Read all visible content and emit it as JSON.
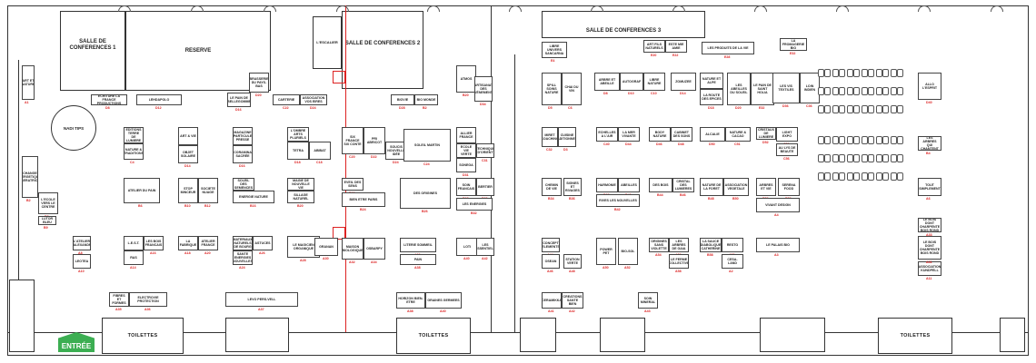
{
  "rooms": {
    "salle1": "SALLE DE CONFERENCES 1",
    "reserve": "RESERVE",
    "salle2": "SALLE DE CONFERENCES 2",
    "salle3": "SALLE DE CONFERENCES 3",
    "escalier": "L'ESCALIER"
  },
  "entrance": "ENTRÉE",
  "toilets": [
    "TOILETTES",
    "TOILETTES",
    "TOILETTES"
  ],
  "kiosk": "NADI TIPS",
  "stands": [
    {
      "label": "ART ET NATURE",
      "code": "A1"
    },
    {
      "label": "ECHANGES ENERGETIQUES LIBERATRICES",
      "code": "B2"
    },
    {
      "label": "L'ECOLE VERS LE CENTRE",
      "code": "B8"
    },
    {
      "label": "LUTOR BLEU",
      "code": "B9"
    },
    {
      "label": "ECRITURE LA FRANCE PRODUCTIONS",
      "code": "D8"
    },
    {
      "label": "LEHDAPOLO",
      "code": "D12"
    },
    {
      "label": "LE PAIN DE BELLEGOMME",
      "code": "D16"
    },
    {
      "label": "BRASSERIE DU PAYS-BAS",
      "code": "D20"
    },
    {
      "label": "CARTERIE",
      "code": "C22"
    },
    {
      "label": "ASSOCIATION VOS EIRES",
      "code": "D24"
    },
    {
      "label": "BIOVIE",
      "code": "D28"
    },
    {
      "label": "BIO MONDE",
      "code": "B2"
    },
    {
      "label": "ATMOS",
      "code": "B20"
    },
    {
      "label": "ARTISANAT DES ÉVÉNEMENTS",
      "code": "D34"
    },
    {
      "label": "LIBRE UNIVERS SANCARNA",
      "code": "E4"
    },
    {
      "label": "ART FILS NATURELS",
      "code": "E20"
    },
    {
      "label": "ESTE MIE AMIE",
      "code": "E22"
    },
    {
      "label": "LES PRODUITS DE LA VIE",
      "code": "E28"
    },
    {
      "label": "LA FROMAGERIE BIO",
      "code": "E32"
    },
    {
      "label": "EDITIONS TERRE DE LUMIERE",
      "code": "D4"
    },
    {
      "label": "NATURE & TRADITIONS",
      "code": "C4"
    },
    {
      "label": "ART & VIE",
      "code": "D10"
    },
    {
      "label": "OBJET SOLAIRE",
      "code": "D14"
    },
    {
      "label": "MAGAZINE PARTICULE PRESSE",
      "code": "C12"
    },
    {
      "label": "CORAMINA SACRÉE",
      "code": "D16"
    },
    {
      "label": "L'OMBRE ARTS PLURIELS",
      "code": "C14"
    },
    {
      "label": "TETRA",
      "code": "D18"
    },
    {
      "label": "ABIBAT",
      "code": "C18"
    },
    {
      "label": "SIX FRANCE SIX CONTE",
      "code": "C20"
    },
    {
      "label": "PRI ABRICOT",
      "code": "D22"
    },
    {
      "label": "SOUCIS NOUVELLE IDÉE",
      "code": "D24"
    },
    {
      "label": "SOLEIL MARTIN",
      "code": "C24"
    },
    {
      "label": "ALLIER FRANCE",
      "code": "C28"
    },
    {
      "label": "ECOLE VIE VERTE",
      "code": "D26"
    },
    {
      "label": "SONEGA",
      "code": "D31"
    },
    {
      "label": "TECHNIQUE D'ORIENT",
      "code": "C31"
    },
    {
      "label": "MIRET COACHING",
      "code": "C32"
    },
    {
      "label": "CUISINE TRADITIONNELLE",
      "code": "D3"
    },
    {
      "label": "SPILL SOINS NATURE",
      "code": "D5"
    },
    {
      "label": "CHAI DU VIN",
      "code": "C6"
    },
    {
      "label": "ARBRE ET ABEILLE",
      "code": "D8"
    },
    {
      "label": "AUTOGRAF",
      "code": "D10"
    },
    {
      "label": "LIBRE NATURE",
      "code": "C10"
    },
    {
      "label": "ZOMUZEE",
      "code": "D14"
    },
    {
      "label": "NATURE ET ALPE",
      "code": "D16"
    },
    {
      "label": "LA ROUTE DES EPICES",
      "code": "D18"
    },
    {
      "label": "LES ABEILLES DU SOLEIL",
      "code": "D20"
    },
    {
      "label": "LE PAIN DE SAINT HOLIA",
      "code": "E32"
    },
    {
      "label": "LES VIS TEXTILES",
      "code": "D36"
    },
    {
      "label": "LOIN INDIEN",
      "code": "C36"
    },
    {
      "label": "ALLO L'ESPRIT",
      "code": "D40"
    },
    {
      "label": "ECHELLES A L'AIR",
      "code": "C40"
    },
    {
      "label": "LA MER VIVANTE",
      "code": "D44"
    },
    {
      "label": "BODY NATURE",
      "code": "D46"
    },
    {
      "label": "CABINET DES SONS",
      "code": "D48"
    },
    {
      "label": "ALCALIE",
      "code": "D50"
    },
    {
      "label": "NATURE & CACAO",
      "code": "C51"
    },
    {
      "label": "CRISTAUX DE LUMIERE",
      "code": "D52"
    },
    {
      "label": "LIGHT EXPO",
      "code": "C52"
    },
    {
      "label": "AU LYS DE BEAUTE",
      "code": "C56"
    },
    {
      "label": "LES ARBRES QUI CHANTENT",
      "code": "B4"
    },
    {
      "label": "ATELIER DU PAIN",
      "code": "B6"
    },
    {
      "label": "STOP MINCEUR",
      "code": "B10"
    },
    {
      "label": "SOCIETE NUAGE",
      "code": "B12"
    },
    {
      "label": "SOLEIL DES SEMENCES",
      "code": "B14"
    },
    {
      "label": "ENERGIE NATURE",
      "code": "B16"
    },
    {
      "label": "MAGIE DE NOUVELLE VIE",
      "code": "B18"
    },
    {
      "label": "SILLAGE NATUREL",
      "code": "B20"
    },
    {
      "label": "EVEIL DES SENS",
      "code": "B22"
    },
    {
      "label": "BIEN ETRE PARIS",
      "code": "B24"
    },
    {
      "label": "DES ORIGINES",
      "code": "B26"
    },
    {
      "label": "SOIN FRANCAIS",
      "code": "B28"
    },
    {
      "label": "BERTIER",
      "code": "B30"
    },
    {
      "label": "LES ENERGIES",
      "code": "B32"
    },
    {
      "label": "CHEMIN DE VIE",
      "code": "B34"
    },
    {
      "label": "SIGNES ET RIVAGES",
      "code": "B36"
    },
    {
      "label": "HARMONIE",
      "code": "B38"
    },
    {
      "label": "ABEILLES",
      "code": "B40"
    },
    {
      "label": "RIVES LES NOUVELLES",
      "code": "B42"
    },
    {
      "label": "DES BOIS",
      "code": "B44"
    },
    {
      "label": "CRISTAL DES LUMIERES",
      "code": "B46"
    },
    {
      "label": "NATURE DE LA FORET",
      "code": "B48"
    },
    {
      "label": "ASSOCIATION VEGETALE",
      "code": "B50"
    },
    {
      "label": "ARBRES ET VIE",
      "code": "B52"
    },
    {
      "label": "SERENA FOOD",
      "code": "B56"
    },
    {
      "label": "VIVANT DESIGN",
      "code": "A4"
    },
    {
      "label": "TOUT SIMPLEMENT",
      "code": "A6"
    },
    {
      "label": "L'ATELIER D'ALEXANDRE",
      "code": "A8"
    },
    {
      "label": "LEOTEA",
      "code": "A10"
    },
    {
      "label": "L.E.S.T.",
      "code": "A12"
    },
    {
      "label": "RAS",
      "code": "A14"
    },
    {
      "label": "LES BOIS FRANCAIS",
      "code": "A16"
    },
    {
      "label": "LA FABRIQUE",
      "code": "A18"
    },
    {
      "label": "ATELIER FRANCE",
      "code": "A20"
    },
    {
      "label": "MATERIAUX NATURELS DE BOURG",
      "code": "A22"
    },
    {
      "label": "SANTE ENERGIES NOUVELLES",
      "code": "A24"
    },
    {
      "label": "ASTUCES",
      "code": "A26"
    },
    {
      "label": "LE MAGICIEN ORGANIQUE",
      "code": "A28"
    },
    {
      "label": "GRANAN",
      "code": "A30"
    },
    {
      "label": "MAISON BIOLOGIQUE",
      "code": "A32"
    },
    {
      "label": "OSBARPY",
      "code": "A34"
    },
    {
      "label": "LITERIE SOMMEIL",
      "code": "A36"
    },
    {
      "label": "PAIN",
      "code": "A38"
    },
    {
      "label": "LOTI",
      "code": "A40"
    },
    {
      "label": "LES ESSENTIELS",
      "code": "A42"
    },
    {
      "label": "CONCEPT ELEMENTS",
      "code": "A44"
    },
    {
      "label": "OSEAN",
      "code": "A46"
    },
    {
      "label": "STATION VERTE",
      "code": "A48"
    },
    {
      "label": "POWER PET",
      "code": "A50"
    },
    {
      "label": "BIO-SOL",
      "code": "A52"
    },
    {
      "label": "ORIGINES SANS VIOLETTE",
      "code": "A54"
    },
    {
      "label": "LES ARBRES DE GAIA",
      "code": "A56"
    },
    {
      "label": "LE FERME COLLECTIVE",
      "code": "A58"
    },
    {
      "label": "LA SAUCE DIABOLIQUE CATHERINE",
      "code": "B58"
    },
    {
      "label": "RESTO",
      "code": "A60"
    },
    {
      "label": "CESA-LAND",
      "code": "A2"
    },
    {
      "label": "LE PALAIS BIO",
      "code": "A3"
    },
    {
      "label": "ASSOCIATION KUNDPELL",
      "code": "A11"
    },
    {
      "label": "LE BOIS DONT CHARPENTE BOIS ROND",
      "code": "A31"
    },
    {
      "label": "LE BOIS DONT CHARPENTE BOIS ROND",
      "code": "A33"
    },
    {
      "label": "FIBRES ET FORMES",
      "code": "A35"
    },
    {
      "label": "ELECTROVIE PROTECTION",
      "code": "A36"
    },
    {
      "label": "LEVO PERS-VELL",
      "code": "A37"
    },
    {
      "label": "HORIZON BIEN-ETRE",
      "code": "A38"
    },
    {
      "label": "GRAINES GERMEES",
      "code": "A40"
    },
    {
      "label": "CERAMIKKA",
      "code": "A41"
    },
    {
      "label": "CREATIONS SANTE BIEN",
      "code": "A42"
    },
    {
      "label": "SOIN MINERAL",
      "code": "A43"
    }
  ]
}
